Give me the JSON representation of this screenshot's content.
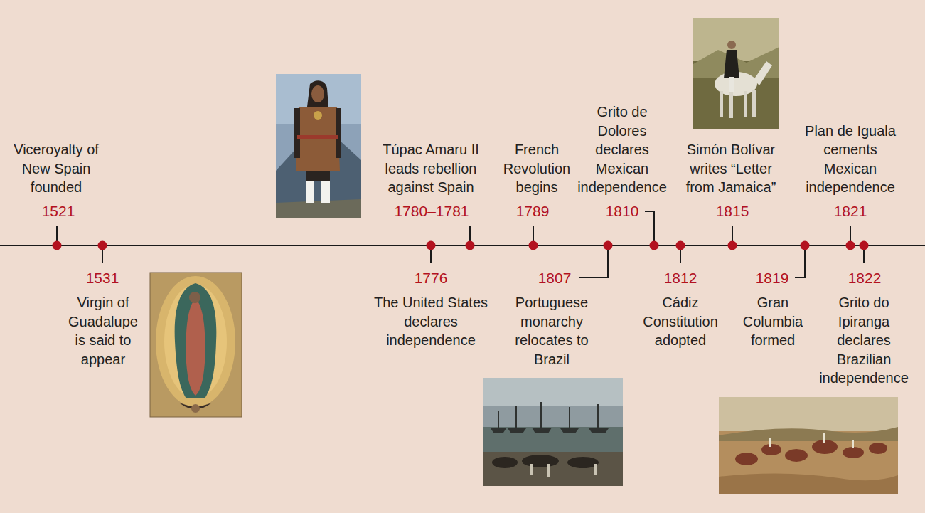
{
  "diagram": {
    "labels": [
      "Viceroyalty of New Spain founded",
      "1521",
      "1531",
      "Virgin of Guadalupe is said to appear",
      "Túpac Amaru II leads rebellion against Spain",
      "1780–1781",
      "1776",
      "The United States declares independence",
      "French Revolution begins",
      "1789",
      "1807",
      "Portuguese monarchy relocates to Brazil",
      "Grito de Dolores declares Mexican independence",
      "1810",
      "1812",
      "Cádiz Constitution adopted",
      "Simón Bolívar writes “Letter from Jamaica”",
      "1815",
      "1819",
      "Gran Columbia formed",
      "Plan de Iguala cements Mexican independence",
      "1821",
      "1822",
      "Grito do Ipiranga declares Brazilian independence"
    ]
  }
}
